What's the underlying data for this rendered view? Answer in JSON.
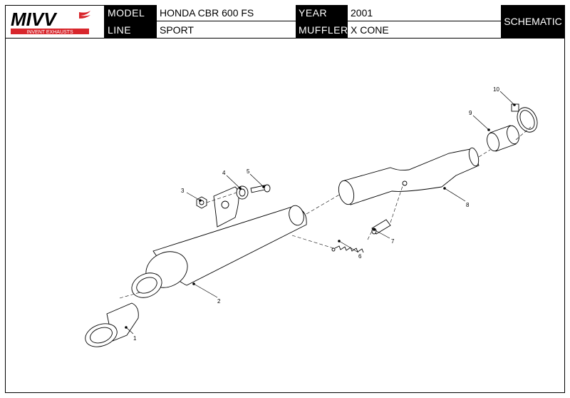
{
  "header": {
    "brand": "MIVV",
    "brand_tagline": "INVENT EXHAUSTS",
    "model_label": "MODEL",
    "model_value": "HONDA CBR 600 FS",
    "year_label": "YEAR",
    "year_value": "2001",
    "line_label": "LINE",
    "line_value": "SPORT",
    "muffler_label": "MUFFLER",
    "muffler_value": "X CONE",
    "schematic_label": "SCHEMATIC"
  },
  "parts": {
    "p1": "1",
    "p2": "2",
    "p3": "3",
    "p4": "4",
    "p5": "5",
    "p6": "6",
    "p7": "7",
    "p8": "8",
    "p9": "9",
    "p10": "10"
  },
  "colors": {
    "brand_red": "#d8262c",
    "ink": "#000000"
  }
}
